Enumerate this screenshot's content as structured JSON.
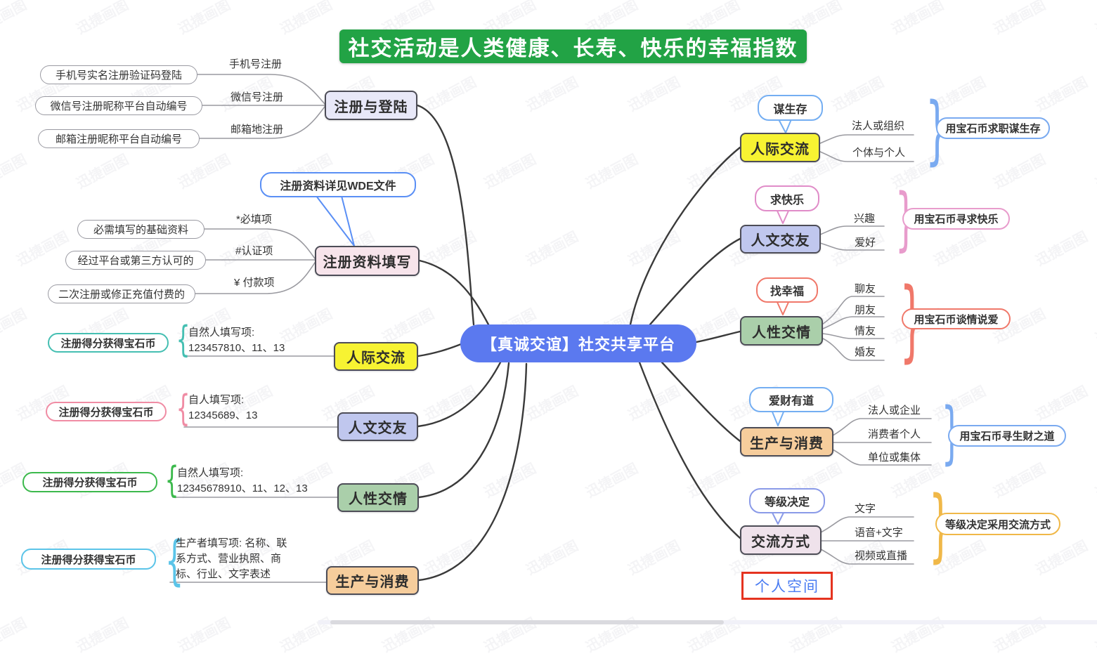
{
  "watermark": {
    "text": "迅捷画图"
  },
  "title": {
    "label": "社交活动是人类健康、长寿、快乐的幸福指数"
  },
  "center": {
    "label": "【真诚交谊】社交共享平台"
  },
  "left": {
    "register_login": {
      "node": "注册与登陆",
      "items": [
        {
          "pill": "手机号实名注册验证码登陆",
          "label": "手机号注册"
        },
        {
          "pill": "微信号注册昵称平台自动编号",
          "label": "微信号注册"
        },
        {
          "pill": "邮箱注册昵称平台自动编号",
          "label": "邮箱地注册"
        }
      ]
    },
    "register_info": {
      "node": "注册资料填写",
      "callout": "注册资料详见WDE文件",
      "items": [
        {
          "pill": "必需填写的基础资料",
          "label": "*必填项"
        },
        {
          "pill": "经过平台或第三方认可的",
          "label": "#认证项"
        },
        {
          "pill": "二次注册或修正充值付费的",
          "label": "¥ 付款项"
        }
      ]
    },
    "interpersonal": {
      "node": "人际交流",
      "pill": "注册得分获得宝石币",
      "note1": "自然人填写项:",
      "note2": "123457810、11、13"
    },
    "humanities": {
      "node": "人文交友",
      "pill": "注册得分获得宝石币",
      "note1": "自人填写项:",
      "note2": "12345689、13"
    },
    "affection": {
      "node": "人性交情",
      "pill": "注册得分获得宝石币",
      "note1": "自然人填写项:",
      "note2": "12345678910、11、12、13"
    },
    "production": {
      "node": "生产与消费",
      "pill": "注册得分获得宝石币",
      "note1": "生产者填写项: 名称、联",
      "note2": "系方式、营业执照、商",
      "note3": "标、行业、文字表述"
    }
  },
  "right": {
    "interpersonal": {
      "callout": "谋生存",
      "node": "人际交流",
      "branches": [
        "法人或组织",
        "个体与个人"
      ],
      "pill": "用宝石币求职谋生存"
    },
    "humanities": {
      "callout": "求快乐",
      "node": "人文交友",
      "branches": [
        "兴趣",
        "爱好"
      ],
      "pill": "用宝石币寻求快乐"
    },
    "affection": {
      "callout": "找幸福",
      "node": "人性交情",
      "branches": [
        "聊友",
        "朋友",
        "情友",
        "婚友"
      ],
      "pill": "用宝石币谈情说爱"
    },
    "production": {
      "callout": "爱财有道",
      "node": "生产与消费",
      "branches": [
        "法人或企业",
        "消费者个人",
        "单位或集体"
      ],
      "pill": "用宝石币寻生财之道"
    },
    "communication": {
      "callout": "等级决定",
      "node": "交流方式",
      "branches": [
        "文字",
        "语音+文字",
        "视频或直播"
      ],
      "pill": "等级决定采用交流方式"
    }
  },
  "personal_space": {
    "label": "个人空间"
  },
  "colors": {
    "title_green": "#22A345",
    "center_blue": "#5B79EF",
    "node_yellow": "#F7F332",
    "node_lavender": "#C0C7EE",
    "node_green": "#AACFAA",
    "node_orange": "#F6CD9C",
    "node_pink": "#F7E4EB",
    "node_register": "#E8E8F8",
    "node_comm": "#EFE2EB",
    "accent_blue": "#74AEF2",
    "accent_pink": "#E89CCC",
    "accent_red": "#F0786A",
    "accent_teal": "#45BFB2",
    "accent_green": "#3CB94C",
    "accent_cyan": "#5BC4E8",
    "accent_yellow": "#F0B848",
    "personal_space_red": "#E5331F"
  }
}
